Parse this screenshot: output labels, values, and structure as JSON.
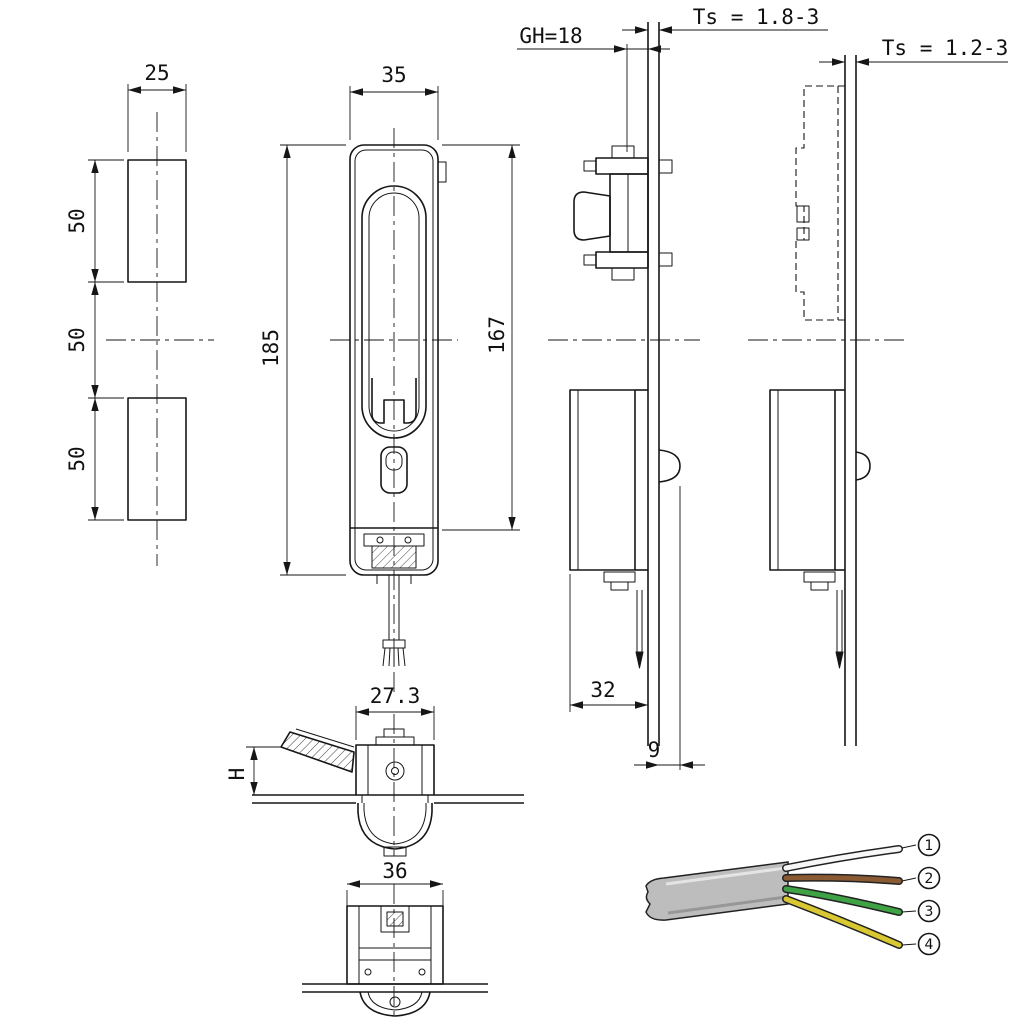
{
  "cutout_view": {
    "width_dim": "25",
    "seg_dims": [
      "50",
      "50",
      "50"
    ]
  },
  "front_view": {
    "width_dim": "35",
    "height_dim": "185",
    "inner_height_dim": "167"
  },
  "side_view_mounted": {
    "grip_height_dim": "GH=18",
    "panel_thickness_dim": "Ts = 1.8-3",
    "body_depth_dim": "32",
    "protrusion_dim": "9"
  },
  "side_view_flat": {
    "panel_thickness_dim": "Ts = 1.2-3"
  },
  "section_view": {
    "width_dim": "27.3",
    "height_dim": "H"
  },
  "bottom_view": {
    "width_dim": "36"
  },
  "cable": {
    "jacket_color": "#bdbdbd",
    "jacket_highlight": "#e4e4e4",
    "jacket_shadow": "#979797",
    "wires": [
      {
        "label": "1",
        "color_name": "white",
        "color": "#f7f7f7"
      },
      {
        "label": "2",
        "color_name": "brown",
        "color": "#8a5a33"
      },
      {
        "label": "3",
        "color_name": "green",
        "color": "#3fa244"
      },
      {
        "label": "4",
        "color_name": "yellow",
        "color": "#d9c832"
      }
    ]
  }
}
